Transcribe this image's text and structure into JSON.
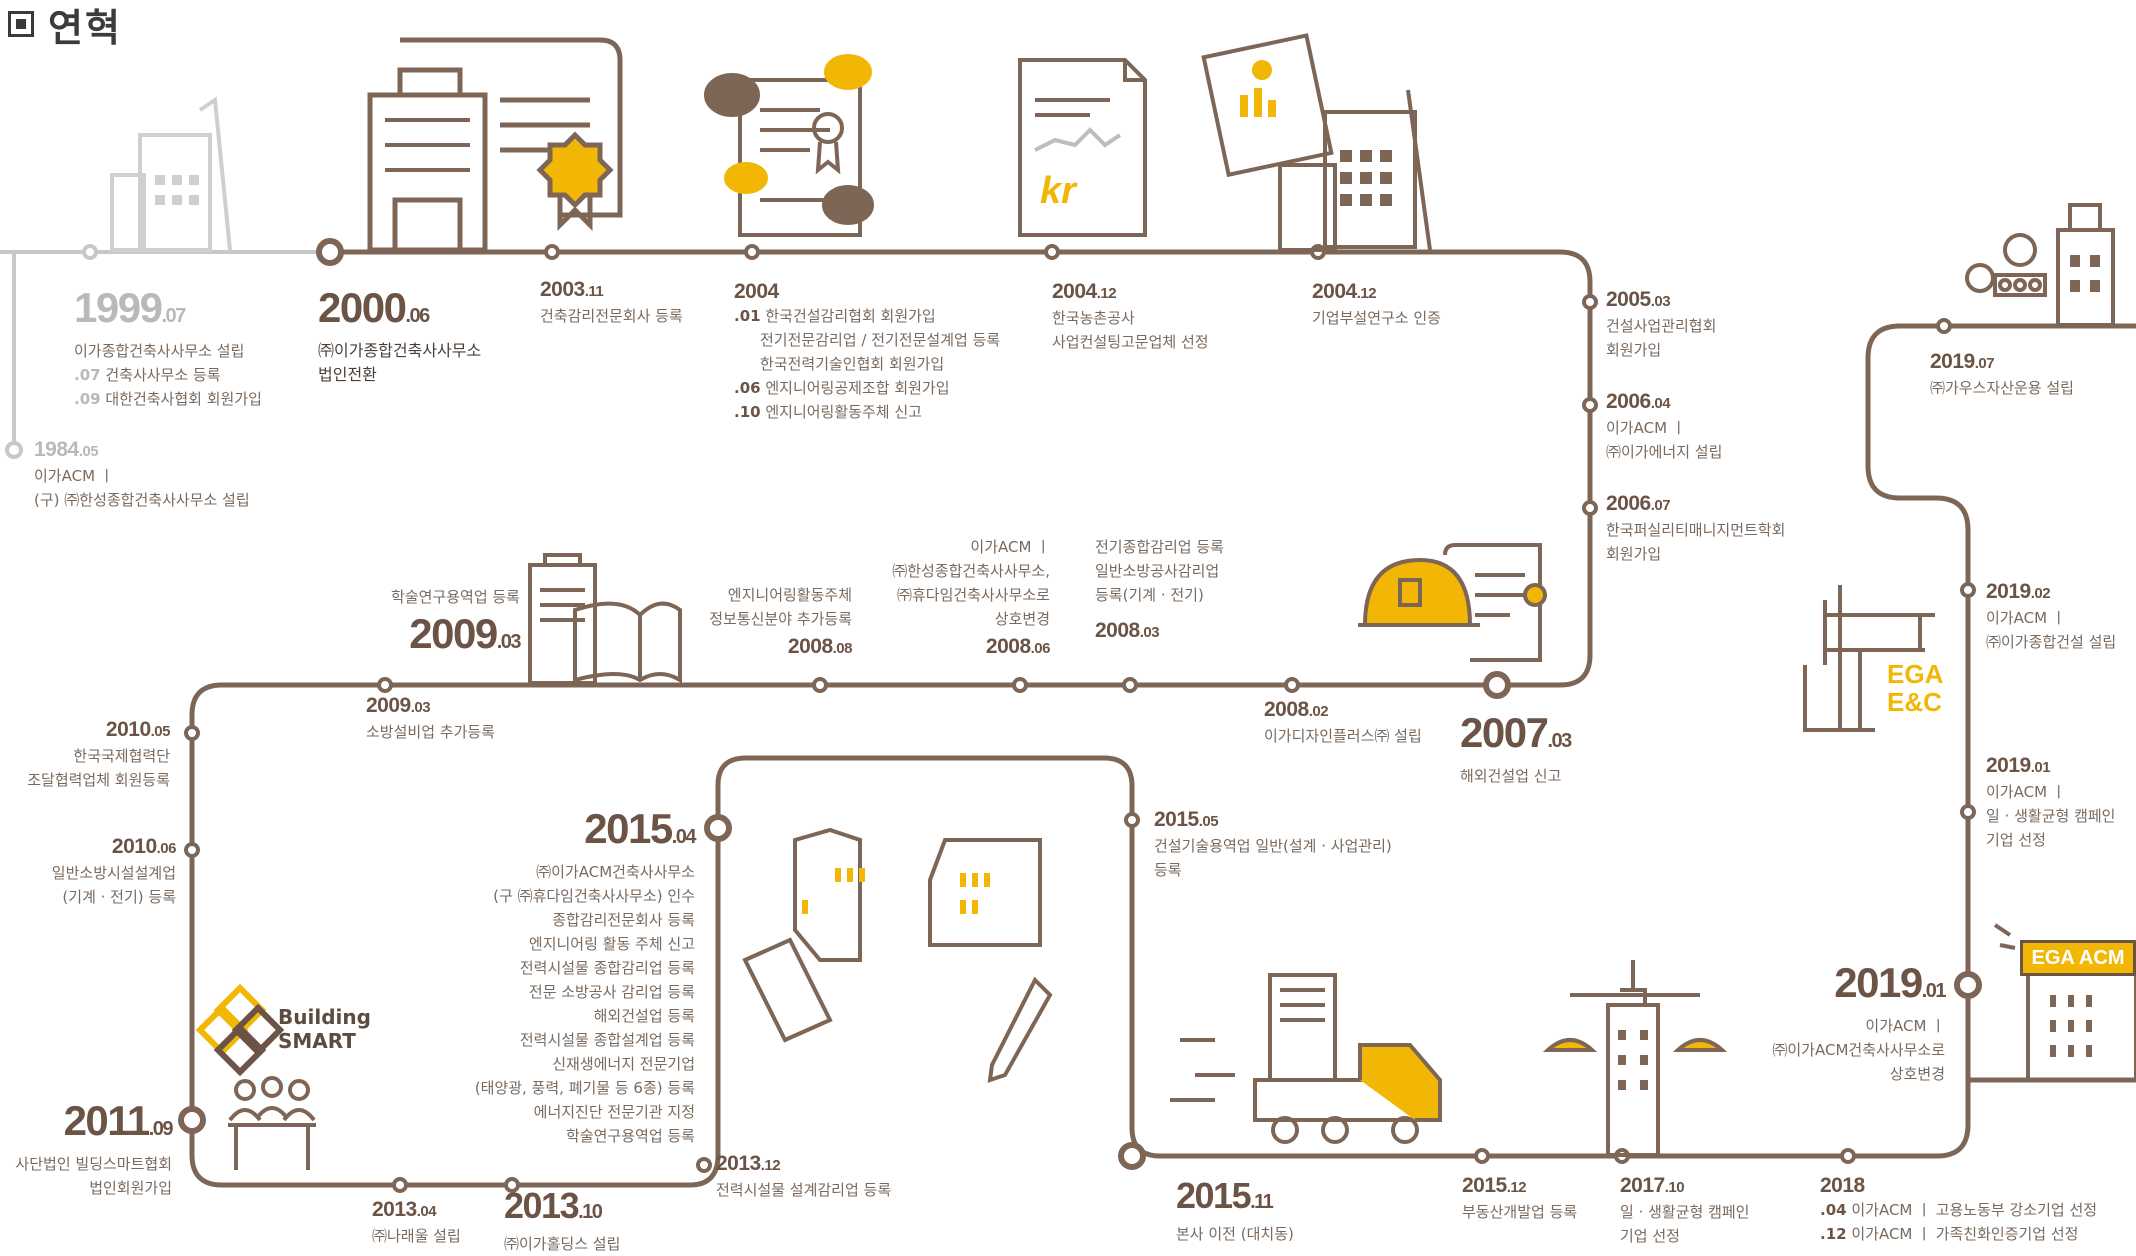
{
  "title": "연혁",
  "events": [
    {
      "id": "1984",
      "year": "1984",
      "month": ".05",
      "lines": [
        "이가ACM ㅣ",
        "(구) ㈜한성종합건축사사무소 설립"
      ]
    },
    {
      "id": "1999",
      "year": "1999",
      "month": ".07",
      "lines": [
        "이가종합건축사사무소 설립"
      ],
      "subs": [
        {
          "m": ".07",
          "t": "건축사사무소 등록"
        },
        {
          "m": ".09",
          "t": "대한건축사협회 회원가입"
        }
      ]
    },
    {
      "id": "2000",
      "year": "2000",
      "month": ".06",
      "lines": [
        "㈜이가종합건축사사무소",
        "법인전환"
      ]
    },
    {
      "id": "2003",
      "year": "2003",
      "month": ".11",
      "lines": [
        "건축감리전문회사 등록"
      ]
    },
    {
      "id": "2004a",
      "year": "2004",
      "month": "",
      "subs": [
        {
          "m": ".01",
          "t": "한국건설감리협회 회원가입"
        },
        {
          "m": "",
          "t": "전기전문감리업 / 전기전문설계업 등록"
        },
        {
          "m": "",
          "t": "한국전력기술인협회 회원가입"
        },
        {
          "m": ".06",
          "t": "엔지니어링공제조합 회원가입"
        },
        {
          "m": ".10",
          "t": "엔지니어링활동주체 신고"
        }
      ]
    },
    {
      "id": "2004b",
      "year": "2004",
      "month": ".12",
      "lines": [
        "한국농촌공사",
        "사업컨설팅고문업체 선정"
      ]
    },
    {
      "id": "2004c",
      "year": "2004",
      "month": ".12",
      "lines": [
        "기업부설연구소 인증"
      ]
    },
    {
      "id": "2005",
      "year": "2005",
      "month": ".03",
      "lines": [
        "건설사업관리협회",
        "회원가입"
      ]
    },
    {
      "id": "2006a",
      "year": "2006",
      "month": ".04",
      "lines": [
        "이가ACM ㅣ",
        "㈜이가에너지 설립"
      ]
    },
    {
      "id": "2006b",
      "year": "2006",
      "month": ".07",
      "lines": [
        "한국퍼실리티매니지먼트학회",
        "회원가입"
      ]
    },
    {
      "id": "2007",
      "year": "2007",
      "month": ".03",
      "lines": [
        "해외건설업 신고"
      ]
    },
    {
      "id": "2008a",
      "year": "2008",
      "month": ".02",
      "lines": [
        "이가디자인플러스㈜ 설립"
      ]
    },
    {
      "id": "2008b",
      "year": "2008",
      "month": ".03",
      "lines": [
        "전기종합감리업 등록",
        "일반소방공사감리업",
        "등록(기계 · 전기)"
      ]
    },
    {
      "id": "2008c",
      "year": "2008",
      "month": ".06",
      "lines": [
        "이가ACM ㅣ",
        "㈜한성종합건축사사무소,",
        "㈜휴다임건축사사무소로",
        "상호변경"
      ]
    },
    {
      "id": "2008d",
      "year": "2008",
      "month": ".08",
      "lines": [
        "엔지니어링활동주체",
        "정보통신분야 추가등록"
      ]
    },
    {
      "id": "2009a",
      "year": "2009",
      "month": ".03",
      "lines": [
        "학술연구용역업 등록"
      ]
    },
    {
      "id": "2009b",
      "year": "2009",
      "month": ".03",
      "lines": [
        "소방설비업 추가등록"
      ]
    },
    {
      "id": "2010a",
      "year": "2010",
      "month": ".05",
      "lines": [
        "한국국제협력단",
        "조달협력업체 회원등록"
      ]
    },
    {
      "id": "2010b",
      "year": "2010",
      "month": ".06",
      "lines": [
        "일반소방시설설계업",
        "(기계 · 전기) 등록"
      ]
    },
    {
      "id": "2011",
      "year": "2011",
      "month": ".09",
      "lines": [
        "사단법인 빌딩스마트협회",
        "법인회원가입"
      ]
    },
    {
      "id": "2013a",
      "year": "2013",
      "month": ".04",
      "lines": [
        "㈜나래울 설립"
      ]
    },
    {
      "id": "2013b",
      "year": "2013",
      "month": ".10",
      "lines": [
        "㈜이가홀딩스 설립"
      ]
    },
    {
      "id": "2013c",
      "year": "2013",
      "month": ".12",
      "lines": [
        "전력시설물 설계감리업 등록"
      ]
    },
    {
      "id": "2015a",
      "year": "2015",
      "month": ".04",
      "lines": [
        "㈜이가ACM건축사사무소",
        "(구 ㈜휴다임건축사사무소) 인수",
        "종합감리전문회사 등록",
        "엔지니어링 활동 주체 신고",
        "전력시설물 종합감리업 등록",
        "전문 소방공사 감리업 등록",
        "해외건설업 등록",
        "전력시설물 종합설계업 등록",
        "신재생에너지 전문기업",
        "(태양광, 풍력, 폐기물 등 6종) 등록",
        "에너지진단 전문기관 지정",
        "학술연구용역업 등록"
      ]
    },
    {
      "id": "2015b",
      "year": "2015",
      "month": ".05",
      "lines": [
        "건설기술용역업 일반(설계 · 사업관리)",
        "등록"
      ]
    },
    {
      "id": "2015c",
      "year": "2015",
      "month": ".11",
      "lines": [
        "본사 이전 (대치동)"
      ]
    },
    {
      "id": "2015d",
      "year": "2015",
      "month": ".12",
      "lines": [
        "부동산개발업 등록"
      ]
    },
    {
      "id": "2017",
      "year": "2017",
      "month": ".10",
      "lines": [
        "일 · 생활균형 캠페인",
        "기업 선정"
      ]
    },
    {
      "id": "2018",
      "year": "2018",
      "month": "",
      "subs": [
        {
          "m": ".04",
          "t": "이가ACM ㅣ 고용노동부 강소기업 선정"
        },
        {
          "m": ".12",
          "t": "이가ACM ㅣ 가족친화인증기업 선정"
        }
      ]
    },
    {
      "id": "2019a",
      "year": "2019",
      "month": ".01",
      "lines": [
        "이가ACM ㅣ",
        "㈜이가ACM건축사사무소로",
        "상호변경"
      ]
    },
    {
      "id": "2019b",
      "year": "2019",
      "month": ".01",
      "lines": [
        "이가ACM ㅣ",
        "일 · 생활균형 캠페인",
        "기업 선정"
      ]
    },
    {
      "id": "2019c",
      "year": "2019",
      "month": ".02",
      "lines": [
        "이가ACM ㅣ",
        "㈜이가종합건설 설립"
      ]
    },
    {
      "id": "2019d",
      "year": "2019",
      "month": ".07",
      "lines": [
        "㈜가우스자산운용 설립"
      ]
    }
  ],
  "logos": {
    "building_smart": [
      "Building",
      "SMART"
    ],
    "ega_enc": [
      "EGA",
      "E&C"
    ],
    "ega_acm": "EGA ACM",
    "kr": "kr"
  },
  "colors": {
    "line": "#7d6656",
    "accent": "#f2b705",
    "gray": "#c4c4c4",
    "text": "#7a6a5e"
  }
}
